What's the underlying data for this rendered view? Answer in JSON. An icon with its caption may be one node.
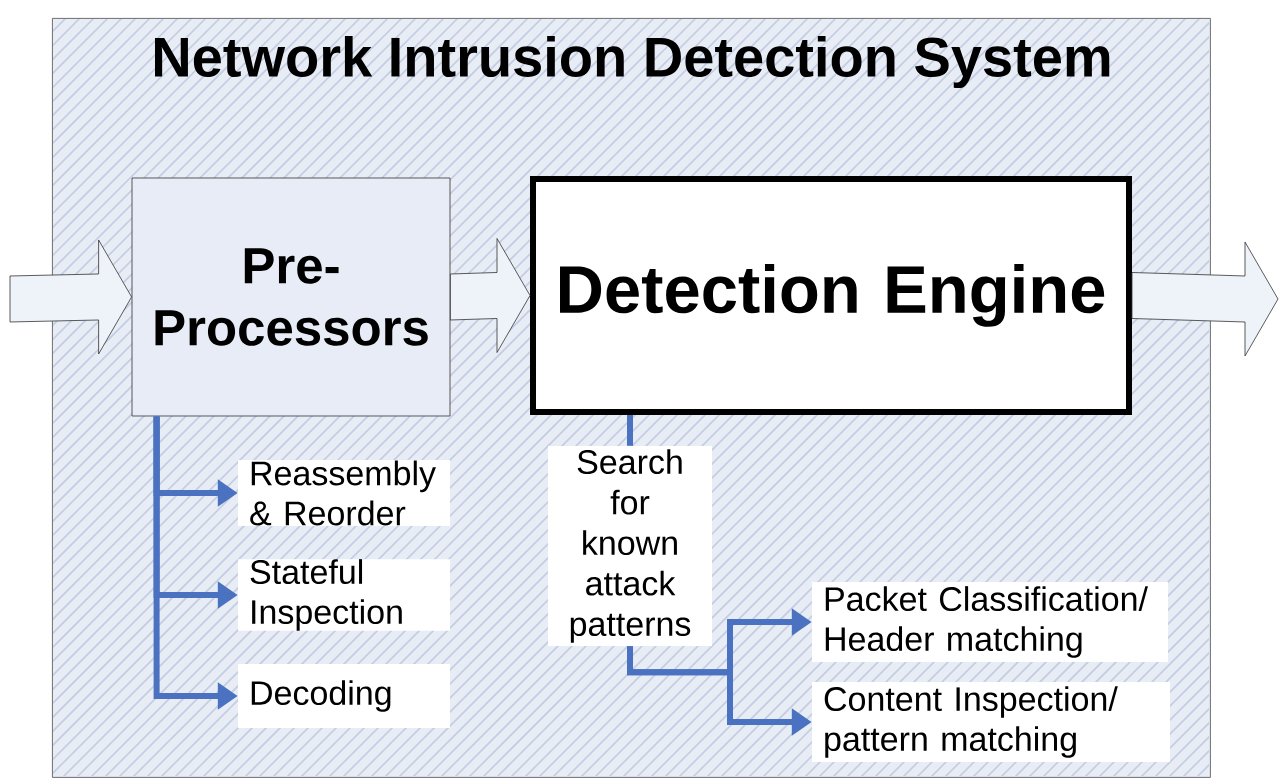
{
  "diagram": {
    "nodes": [
      {
        "text": [
          "Network Intrusion Detection System"
        ]
      },
      {
        "text": [
          "Pre- Processors"
        ],
        "in": 0
      },
      {
        "text": [
          "Detection Engine"
        ],
        "in": 0
      },
      {
        "text": [
          "Reassembly & Reorder"
        ],
        "in": 0
      },
      {
        "text": [
          "Stateful Inspection"
        ],
        "in": 0
      },
      {
        "text": [
          "Decoding"
        ],
        "in": 0
      },
      {
        "text": [
          "Search for known attack patterns"
        ],
        "in": 0
      },
      {
        "text": [
          "Packet Classification/ Header matching"
        ],
        "in": 0
      },
      {
        "text": [
          "Content Inspection/ pattern matching"
        ],
        "in": 0
      }
    ],
    "edges": [
      {
        "from": null,
        "to": 1,
        "arrow": "to",
        "style": "thick"
      },
      {
        "from": 1,
        "to": 2,
        "arrow": "to",
        "style": "thick"
      },
      {
        "from": 2,
        "to": null,
        "arrow": "to",
        "style": "thick"
      },
      {
        "from": 1,
        "to": 3,
        "arrow": "to"
      },
      {
        "from": 1,
        "to": 4,
        "arrow": "to"
      },
      {
        "from": 1,
        "to": 5,
        "arrow": "to"
      },
      {
        "from": 2,
        "to": 6,
        "arrow": "none"
      },
      {
        "from": 6,
        "to": 7,
        "arrow": "to"
      },
      {
        "from": 6,
        "to": 8,
        "arrow": "to"
      }
    ]
  }
}
